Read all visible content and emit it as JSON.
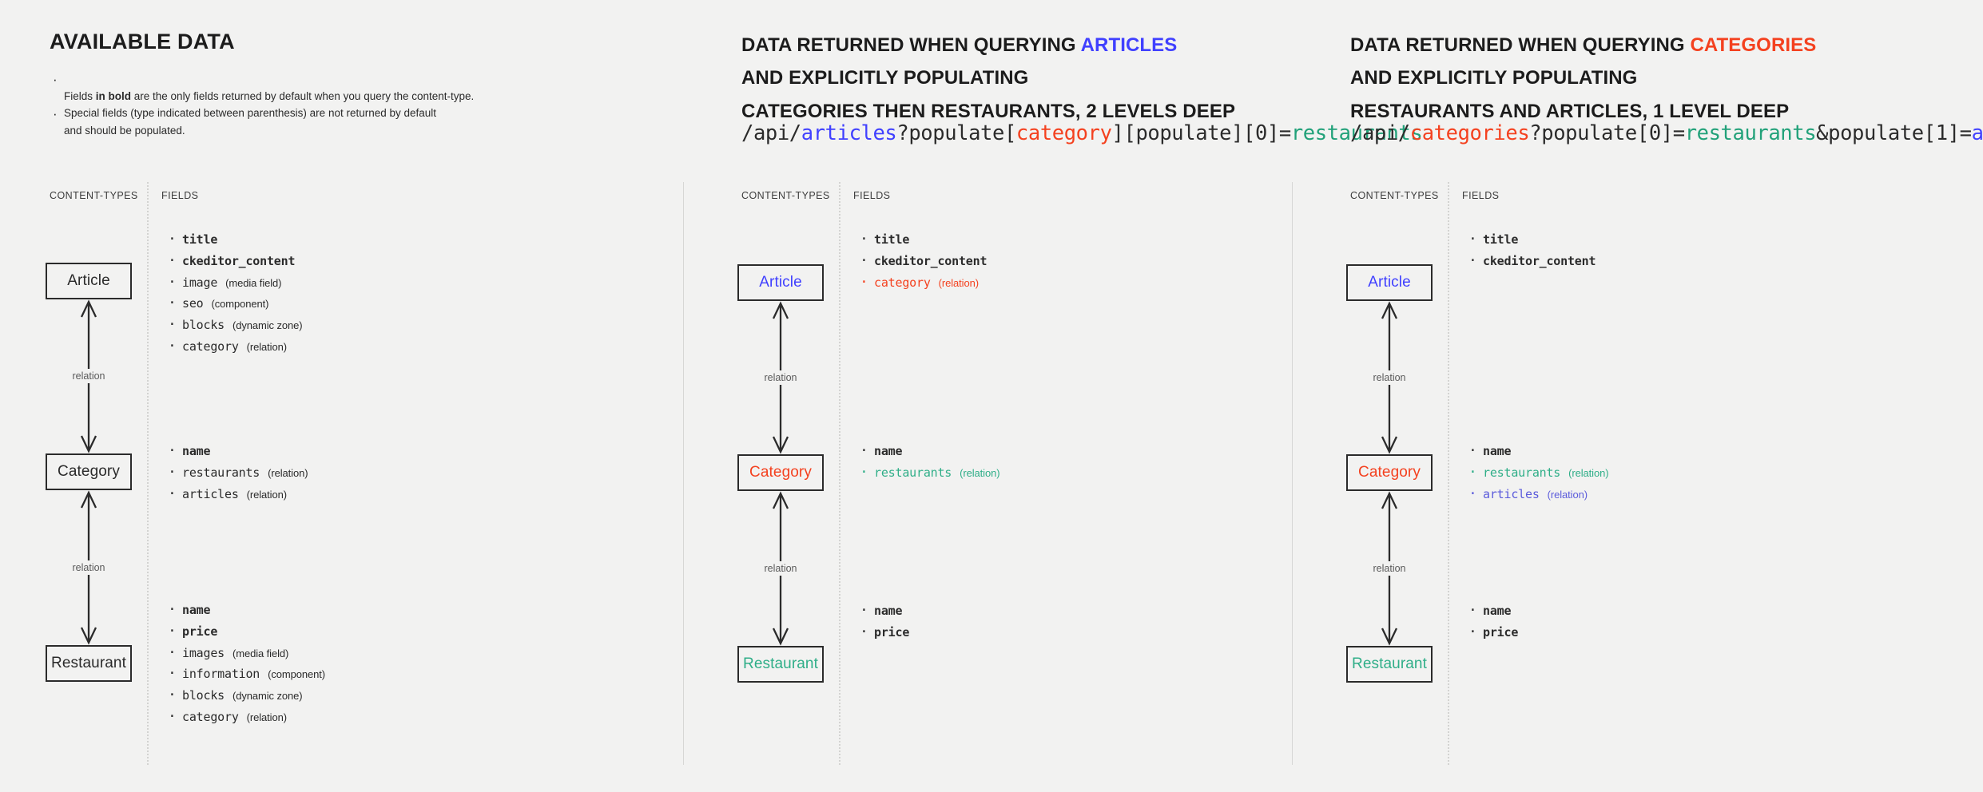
{
  "colors": {
    "background": "#f2f2f1",
    "ink": "#2b2b2b",
    "articles_blue": "#4040ff",
    "categories_orange": "#f4411f",
    "restaurants_teal": "#2fae88"
  },
  "panels": [
    {
      "id": "available-data",
      "title": "AVAILABLE DATA",
      "notes": [
        "Fields |in bold| are the only fields returned by default when you query the content-type.",
        "Special fields (type indicated between parenthesis) are not returned by default\nand should be populated."
      ],
      "col_headers": {
        "content_types": "CONTENT-TYPES",
        "fields": "FIELDS"
      },
      "relations": [
        {
          "label": "relation"
        },
        {
          "label": "relation"
        }
      ],
      "entities": [
        {
          "name": "Article",
          "color": "ink",
          "fields": [
            {
              "name": "title",
              "type": "",
              "bold": true,
              "color": "ink"
            },
            {
              "name": "ckeditor_content",
              "type": "",
              "bold": true,
              "color": "ink"
            },
            {
              "name": "image",
              "type": "(media field)",
              "bold": false,
              "color": "ink"
            },
            {
              "name": "seo",
              "type": "(component)",
              "bold": false,
              "color": "ink"
            },
            {
              "name": "blocks",
              "type": "(dynamic zone)",
              "bold": false,
              "color": "ink"
            },
            {
              "name": "category",
              "type": "(relation)",
              "bold": false,
              "color": "ink"
            }
          ]
        },
        {
          "name": "Category",
          "color": "ink",
          "fields": [
            {
              "name": "name",
              "type": "",
              "bold": true,
              "color": "ink"
            },
            {
              "name": "restaurants",
              "type": "(relation)",
              "bold": false,
              "color": "ink"
            },
            {
              "name": "articles",
              "type": "(relation)",
              "bold": false,
              "color": "ink"
            }
          ]
        },
        {
          "name": "Restaurant",
          "color": "ink",
          "fields": [
            {
              "name": "name",
              "type": "",
              "bold": true,
              "color": "ink"
            },
            {
              "name": "price",
              "type": "",
              "bold": true,
              "color": "ink"
            },
            {
              "name": "images",
              "type": "(media field)",
              "bold": false,
              "color": "ink"
            },
            {
              "name": "information",
              "type": "(component)",
              "bold": false,
              "color": "ink"
            },
            {
              "name": "blocks",
              "type": "(dynamic zone)",
              "bold": false,
              "color": "ink"
            },
            {
              "name": "category",
              "type": "(relation)",
              "bold": false,
              "color": "ink"
            }
          ]
        }
      ]
    },
    {
      "id": "query-articles",
      "heading_line1_pre": "DATA RETURNED WHEN QUERYING ",
      "heading_line1_hl": "ARTICLES",
      "heading_line2": "AND EXPLICITLY POPULATING",
      "heading_line3": "CATEGORIES THEN RESTAURANTS, 2 LEVELS DEEP",
      "url_tokens": [
        {
          "text": "/api/",
          "color": "ink"
        },
        {
          "text": "articles",
          "color": "blue"
        },
        {
          "text": "?populate[",
          "color": "ink"
        },
        {
          "text": "category",
          "color": "orange"
        },
        {
          "text": "][populate][0]=",
          "color": "ink"
        },
        {
          "text": "restaurants",
          "color": "teal"
        }
      ],
      "col_headers": {
        "content_types": "CONTENT-TYPES",
        "fields": "FIELDS"
      },
      "relations": [
        {
          "label": "relation"
        },
        {
          "label": "relation"
        }
      ],
      "entities": [
        {
          "name": "Article",
          "color": "blue",
          "fields": [
            {
              "name": "title",
              "type": "",
              "bold": true,
              "color": "ink"
            },
            {
              "name": "ckeditor_content",
              "type": "",
              "bold": true,
              "color": "ink"
            },
            {
              "name": "category",
              "type": "(relation)",
              "bold": false,
              "color": "orange"
            }
          ]
        },
        {
          "name": "Category",
          "color": "orange",
          "fields": [
            {
              "name": "name",
              "type": "",
              "bold": true,
              "color": "ink"
            },
            {
              "name": "restaurants",
              "type": "(relation)",
              "bold": false,
              "color": "teal"
            }
          ]
        },
        {
          "name": "Restaurant",
          "color": "teal",
          "fields": [
            {
              "name": "name",
              "type": "",
              "bold": true,
              "color": "ink"
            },
            {
              "name": "price",
              "type": "",
              "bold": true,
              "color": "ink"
            }
          ]
        }
      ]
    },
    {
      "id": "query-categories",
      "heading_line1_pre": "DATA RETURNED WHEN QUERYING ",
      "heading_line1_hl": "CATEGORIES",
      "heading_line2": "AND EXPLICITLY POPULATING",
      "heading_line3": "RESTAURANTS AND ARTICLES, 1 LEVEL DEEP",
      "url_tokens": [
        {
          "text": "/api/",
          "color": "ink"
        },
        {
          "text": "categories",
          "color": "orange"
        },
        {
          "text": "?populate[0]=",
          "color": "ink"
        },
        {
          "text": "restaurants",
          "color": "teal"
        },
        {
          "text": "&populate[1]=",
          "color": "ink"
        },
        {
          "text": "articles",
          "color": "blue"
        }
      ],
      "col_headers": {
        "content_types": "CONTENT-TYPES",
        "fields": "FIELDS"
      },
      "relations": [
        {
          "label": "relation"
        },
        {
          "label": "relation"
        }
      ],
      "entities": [
        {
          "name": "Article",
          "color": "blue",
          "fields": [
            {
              "name": "title",
              "type": "",
              "bold": true,
              "color": "ink"
            },
            {
              "name": "ckeditor_content",
              "type": "",
              "bold": true,
              "color": "ink"
            }
          ]
        },
        {
          "name": "Category",
          "color": "orange",
          "fields": [
            {
              "name": "name",
              "type": "",
              "bold": true,
              "color": "ink"
            },
            {
              "name": "restaurants",
              "type": "(relation)",
              "bold": false,
              "color": "teal"
            },
            {
              "name": "articles",
              "type": "(relation)",
              "bold": false,
              "color": "blue"
            }
          ]
        },
        {
          "name": "Restaurant",
          "color": "teal",
          "fields": [
            {
              "name": "name",
              "type": "",
              "bold": true,
              "color": "ink"
            },
            {
              "name": "price",
              "type": "",
              "bold": true,
              "color": "ink"
            }
          ]
        }
      ]
    }
  ]
}
